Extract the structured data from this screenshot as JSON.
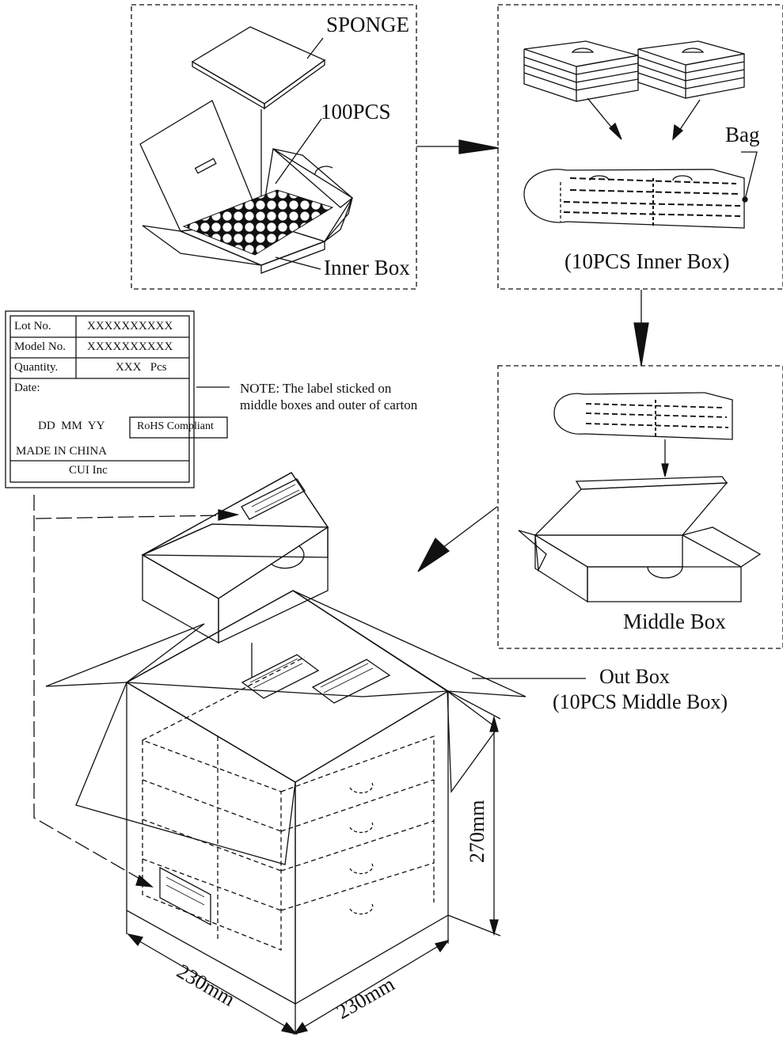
{
  "labels": {
    "sponge": "SPONGE",
    "pcs100": "100PCS",
    "inner_box": "Inner Box",
    "bag": "Bag",
    "inner_box_10": "(10PCS Inner Box)",
    "middle_box": "Middle Box",
    "out_box": "Out Box",
    "out_box_10": "(10PCS Middle Box)",
    "dim_width": "230mm",
    "dim_depth": "230mm",
    "dim_height": "270mm"
  },
  "note": {
    "line1": "NOTE: The label sticked on",
    "line2": "middle boxes and outer of carton"
  },
  "label_card": {
    "lot_label": "Lot No.",
    "lot_value": "XXXXXXXXXX",
    "model_label": "Model No.",
    "model_value": "XXXXXXXXXX",
    "qty_label": "Quantity.",
    "qty_value": "XXX   Pcs",
    "date_label": "Date:",
    "date_format": "DD  MM  YY",
    "rohs": "RoHS Compliant",
    "made_in": "MADE IN CHINA",
    "company": "CUI Inc"
  },
  "colors": {
    "line": "#111111",
    "background": "#ffffff"
  }
}
